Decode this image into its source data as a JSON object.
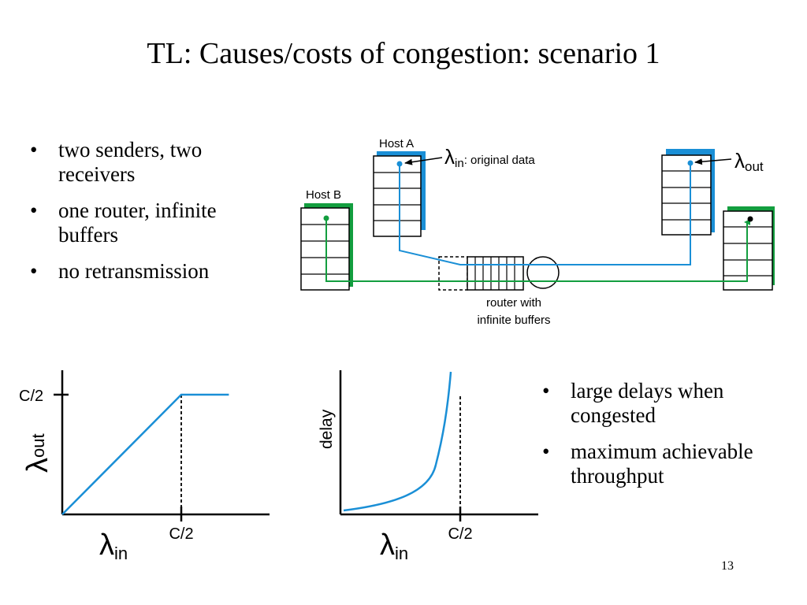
{
  "slide": {
    "title": "TL: Causes/costs of congestion: scenario 1",
    "page_number": "13"
  },
  "bullets_left": [
    "two senders, two receivers",
    "one router, infinite buffers",
    "no retransmission"
  ],
  "bullets_right": [
    "large delays when congested",
    "maximum achievable throughput"
  ],
  "network": {
    "host_a": "Host A",
    "host_b": "Host B",
    "lambda_in_symbol": "λ",
    "lambda_in_sub": "in",
    "lambda_in_desc": ": original data",
    "lambda_out_symbol": "λ",
    "lambda_out_sub": "out",
    "router_line1": "router with",
    "router_line2": "infinite buffers"
  },
  "colors": {
    "blue": "#1a8fd6",
    "green": "#139e3f"
  },
  "chart_data": [
    {
      "type": "line",
      "name": "throughput",
      "xlabel_symbol": "λ",
      "xlabel_sub": "in",
      "ylabel_symbol": "λ",
      "ylabel_sub": "out",
      "x_tick": "C/2",
      "y_tick": "C/2",
      "x": [
        0,
        0.5,
        0.7
      ],
      "y": [
        0,
        0.5,
        0.5
      ]
    },
    {
      "type": "line",
      "name": "delay",
      "xlabel_symbol": "λ",
      "xlabel_sub": "in",
      "ylabel": "delay",
      "x_tick": "C/2",
      "curve": "hyperbolic, asymptote at x = C/2"
    }
  ]
}
